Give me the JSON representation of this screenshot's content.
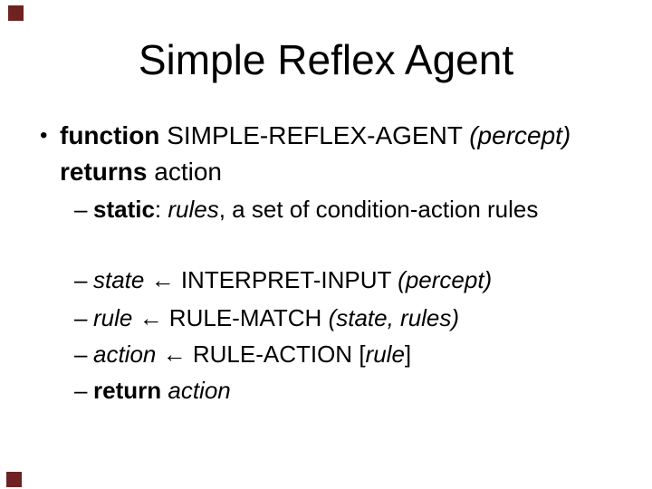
{
  "slide": {
    "title": "Simple Reflex Agent",
    "colors": {
      "background": "#ffffff",
      "text": "#000000",
      "corner_decoration": "#6e2222"
    },
    "bullet_marker": "•",
    "function_line": {
      "keyword": "function ",
      "name": "SIMPLE-REFLEX-AGENT ",
      "arg": "(percept)"
    },
    "returns_line": {
      "keyword": "returns",
      "rest": " action"
    },
    "sub_bullets": {
      "static": {
        "marker": "–",
        "keyword": "static",
        "colon": ": ",
        "var": "rules",
        "rest": ", a set of condition-action rules"
      },
      "state": {
        "marker": "–",
        "var": "state",
        "mid": " ← INTERPRET-INPUT ",
        "arg": "(percept)"
      },
      "rule": {
        "marker": "–",
        "var": "rule",
        "mid": " ← RULE-MATCH ",
        "arg": "(state, rules)"
      },
      "action": {
        "marker": "–",
        "var": "action",
        "mid": " ← RULE-ACTION ",
        "bracket_open": "[",
        "inner": "rule",
        "bracket_close": "]"
      },
      "return": {
        "marker": "–",
        "keyword": "return",
        "space": " ",
        "var": "action"
      }
    }
  }
}
